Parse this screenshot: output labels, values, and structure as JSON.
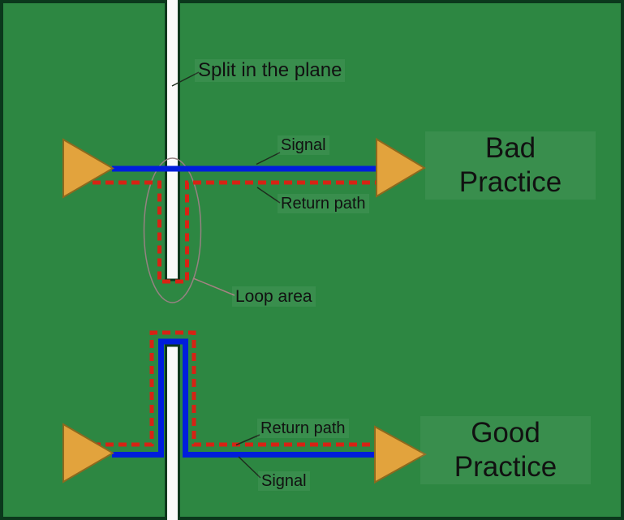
{
  "diagram": {
    "kind": "pcb-return-path-diagram",
    "titles": {
      "bad": {
        "line1": "Bad",
        "line2": "Practice"
      },
      "good": {
        "line1": "Good",
        "line2": "Practice"
      }
    },
    "labels": {
      "split": "Split in the plane",
      "signal_top": "Signal",
      "return_top": "Return path",
      "loop": "Loop area",
      "return_bottom": "Return path",
      "signal_bottom": "Signal"
    }
  },
  "colors": {
    "board_green": "#2D8742",
    "border_dark": "#0B381C",
    "split_white": "#FAFAFA",
    "signal_blue": "#001EDC",
    "return_red": "#D72314",
    "buffer_fill": "#E2A33D",
    "buffer_stroke": "#8C691E",
    "loop_ellipse": "#968282",
    "leader_dark": "#1E2D1E",
    "leader_loop": "#A58282"
  }
}
